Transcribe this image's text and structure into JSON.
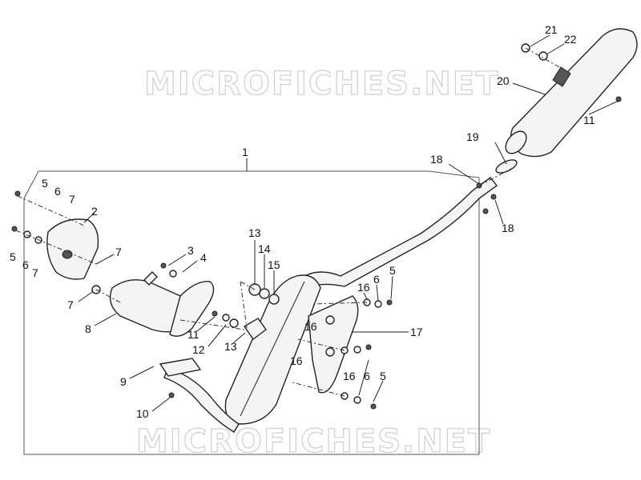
{
  "watermarks": [
    "MICROFICHES.NET",
    "MICROFICHES.NET"
  ],
  "callouts": [
    {
      "id": "c1",
      "text": "1"
    },
    {
      "id": "c2",
      "text": "2"
    },
    {
      "id": "c3",
      "text": "3"
    },
    {
      "id": "c4",
      "text": "4"
    },
    {
      "id": "c5a",
      "text": "5"
    },
    {
      "id": "c5b",
      "text": "5"
    },
    {
      "id": "c5c",
      "text": "5"
    },
    {
      "id": "c5d",
      "text": "5"
    },
    {
      "id": "c6a",
      "text": "6"
    },
    {
      "id": "c6b",
      "text": "6"
    },
    {
      "id": "c6c",
      "text": "6"
    },
    {
      "id": "c6d",
      "text": "6"
    },
    {
      "id": "c7a",
      "text": "7"
    },
    {
      "id": "c7b",
      "text": "7"
    },
    {
      "id": "c7c",
      "text": "7"
    },
    {
      "id": "c7d",
      "text": "7"
    },
    {
      "id": "c8",
      "text": "8"
    },
    {
      "id": "c9",
      "text": "9"
    },
    {
      "id": "c10",
      "text": "10"
    },
    {
      "id": "c11a",
      "text": "11"
    },
    {
      "id": "c11b",
      "text": "11"
    },
    {
      "id": "c12",
      "text": "12"
    },
    {
      "id": "c13a",
      "text": "13"
    },
    {
      "id": "c13b",
      "text": "13"
    },
    {
      "id": "c14",
      "text": "14"
    },
    {
      "id": "c15",
      "text": "15"
    },
    {
      "id": "c16a",
      "text": "16"
    },
    {
      "id": "c16b",
      "text": "16"
    },
    {
      "id": "c16c",
      "text": "16"
    },
    {
      "id": "c16d",
      "text": "16"
    },
    {
      "id": "c17",
      "text": "17"
    },
    {
      "id": "c18a",
      "text": "18"
    },
    {
      "id": "c18b",
      "text": "18"
    },
    {
      "id": "c19",
      "text": "19"
    },
    {
      "id": "c20",
      "text": "20"
    },
    {
      "id": "c21",
      "text": "21"
    },
    {
      "id": "c22",
      "text": "22"
    }
  ]
}
